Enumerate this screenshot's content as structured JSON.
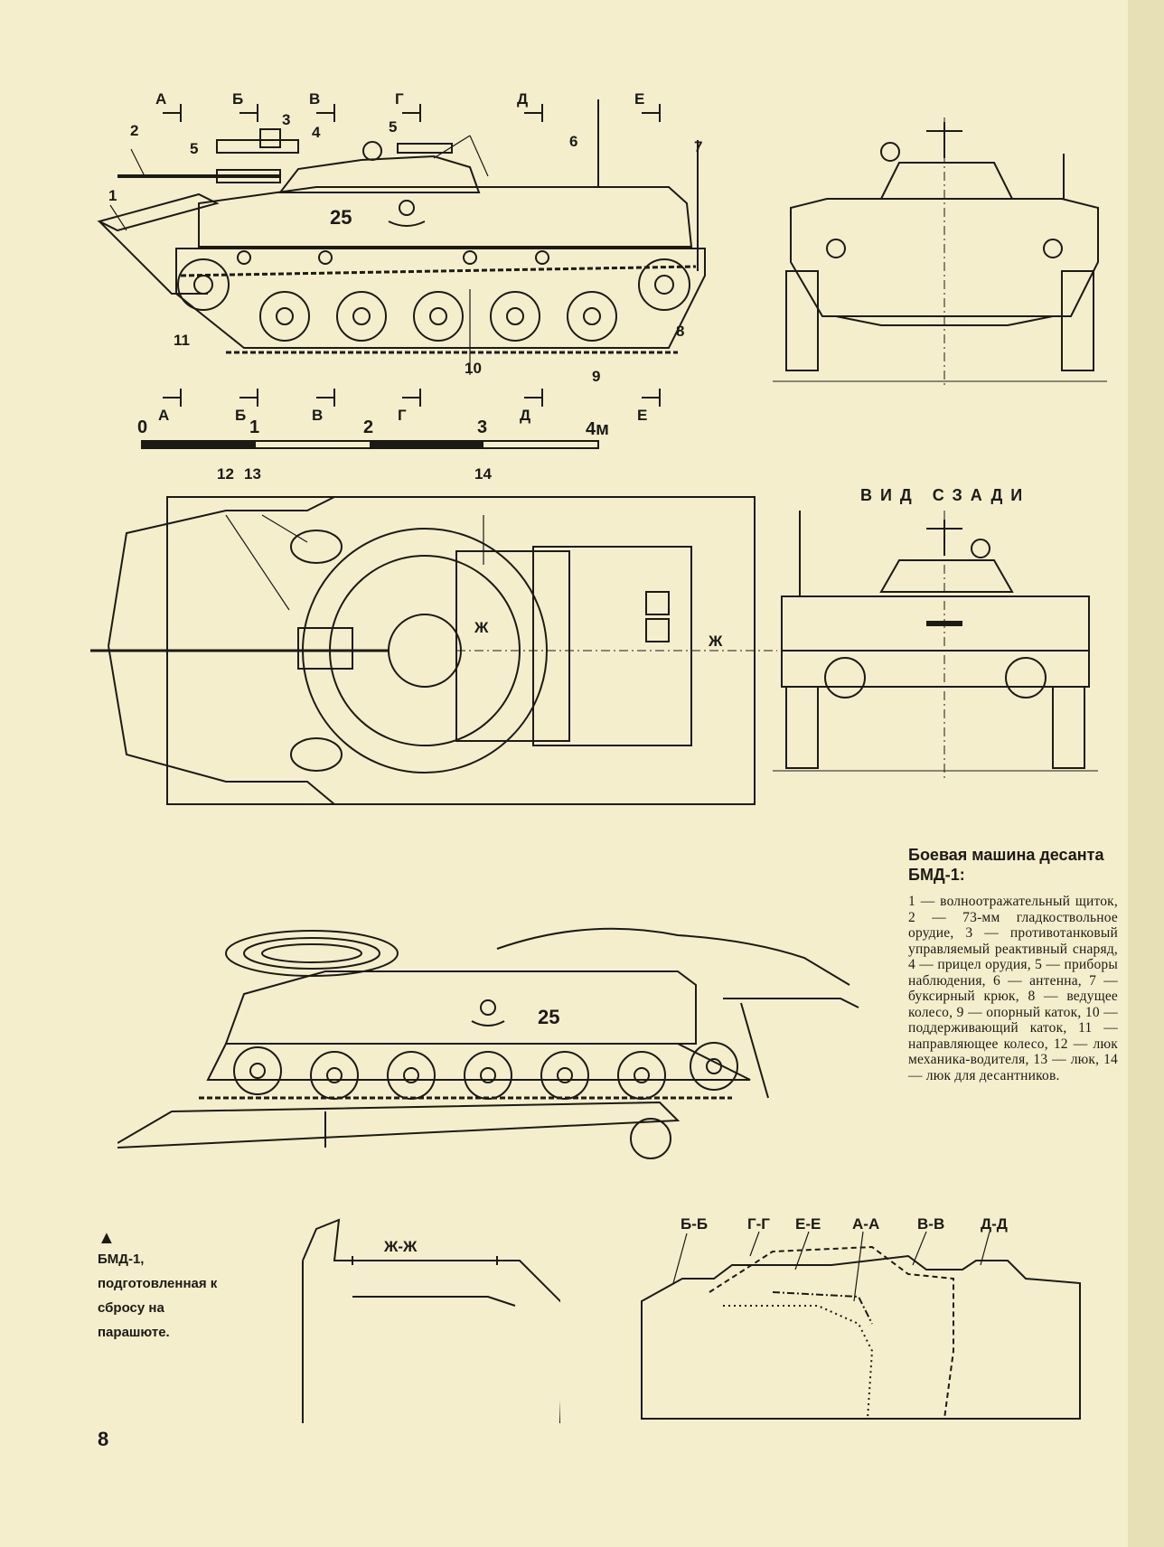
{
  "page_number": "8",
  "side_view": {
    "callouts": [
      "1",
      "2",
      "3",
      "4",
      "5",
      "5",
      "6",
      "7",
      "8",
      "9",
      "10",
      "11"
    ],
    "hull_number": "25",
    "section_marks_top": [
      "А",
      "Б",
      "В",
      "Г",
      "Д",
      "Е"
    ],
    "section_marks_bottom": [
      "А",
      "Б",
      "В",
      "Г",
      "Д",
      "Е"
    ]
  },
  "scale_bar": {
    "ticks": [
      "0",
      "1",
      "2",
      "3",
      "4м"
    ]
  },
  "top_view": {
    "callouts": [
      "12",
      "13",
      "14"
    ],
    "section_mark": "Ж"
  },
  "rear_view": {
    "title": "ВИД СЗАДИ"
  },
  "para_drop_view": {
    "hull_number": "25"
  },
  "para_note": {
    "marker": "▲",
    "text": "БМД-1, подготовленная к сбросу на парашюте."
  },
  "caption": {
    "title": "Боевая машина десанта БМД-1:",
    "body": "1 — волноотражательный щиток, 2 — 73-мм гладкоствольное орудие, 3 — противотанковый управляемый реактивный снаряд, 4 — прицел орудия, 5 — приборы наблюдения, 6 — антенна, 7 — буксирный крюк, 8 — ведущее колесо, 9 — опорный каток, 10 — поддерживающий каток, 11 — направляющее колесо, 12 — люк механика-водителя, 13 — люк, 14 — люк для десантников."
  },
  "sections_view": {
    "zh_label": "Ж-Ж",
    "labels": [
      "Б-Б",
      "Г-Г",
      "Е-Е",
      "А-А",
      "В-В",
      "Д-Д"
    ]
  }
}
